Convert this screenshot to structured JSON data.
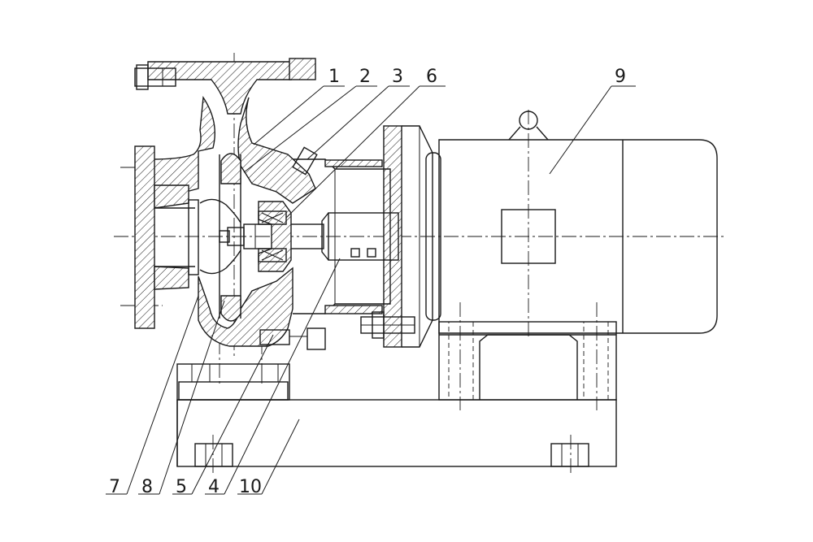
{
  "drawing": {
    "callouts": [
      {
        "id": "1",
        "label": "1"
      },
      {
        "id": "2",
        "label": "2"
      },
      {
        "id": "3",
        "label": "3"
      },
      {
        "id": "6",
        "label": "6"
      },
      {
        "id": "9",
        "label": "9"
      },
      {
        "id": "7",
        "label": "7"
      },
      {
        "id": "8",
        "label": "8"
      },
      {
        "id": "5",
        "label": "5"
      },
      {
        "id": "4",
        "label": "4"
      },
      {
        "id": "10",
        "label": "10"
      }
    ],
    "colors": {
      "line": "#1a1a1a",
      "background": "#ffffff"
    }
  }
}
